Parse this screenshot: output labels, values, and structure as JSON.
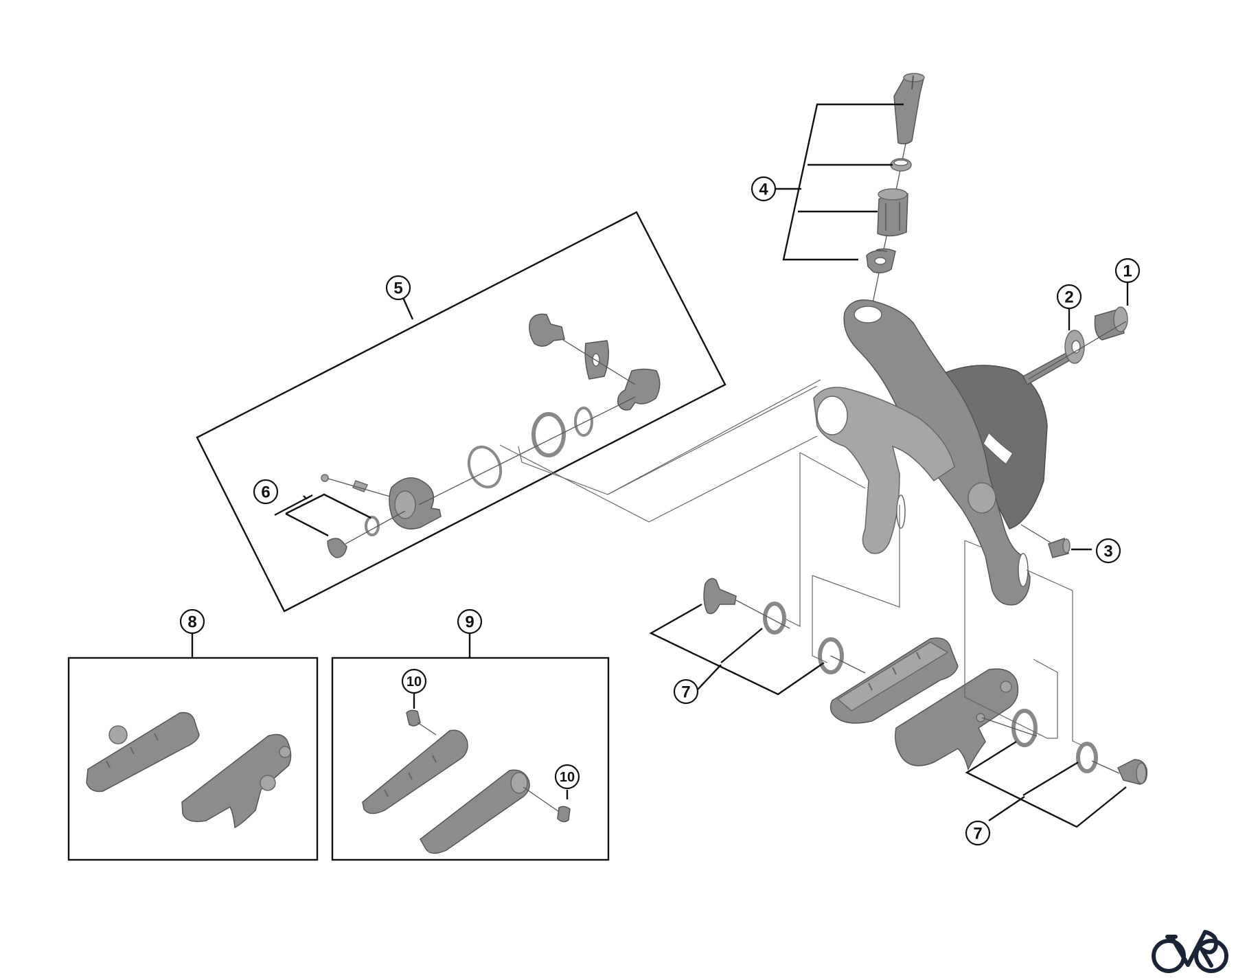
{
  "diagram": {
    "subject": "Bicycle rim brake caliper — exploded parts view",
    "callouts": [
      {
        "id": "c1",
        "label": "1"
      },
      {
        "id": "c2",
        "label": "2"
      },
      {
        "id": "c3",
        "label": "3"
      },
      {
        "id": "c4",
        "label": "4"
      },
      {
        "id": "c5",
        "label": "5"
      },
      {
        "id": "c6",
        "label": "6"
      },
      {
        "id": "c7a",
        "label": "7"
      },
      {
        "id": "c7b",
        "label": "7"
      },
      {
        "id": "c8",
        "label": "8"
      },
      {
        "id": "c9",
        "label": "9"
      },
      {
        "id": "c10a",
        "label": "10"
      },
      {
        "id": "c10b",
        "label": "10"
      }
    ],
    "groups": [
      {
        "callout": "4",
        "part": "cable adjuster assembly (barrel, ring, adjuster nut, cable clamp)"
      },
      {
        "callout": "5",
        "part": "quick release / cable anchor assembly"
      },
      {
        "callout": "6",
        "part": "fixing bolt & washer"
      },
      {
        "callout": "7",
        "part": "shoe fixing bolt & washers"
      },
      {
        "callout": "8",
        "part": "brake shoe set"
      },
      {
        "callout": "9",
        "part": "brake shoe pad set"
      },
      {
        "callout": "10",
        "part": "pad fixing screw"
      }
    ]
  },
  "branding": {
    "logo_icon": "bicycle-logo-icon",
    "logo_color": "#1b2436"
  },
  "colors": {
    "part_fill": "#8c8c8c",
    "line": "#111111",
    "background": "#ffffff"
  }
}
